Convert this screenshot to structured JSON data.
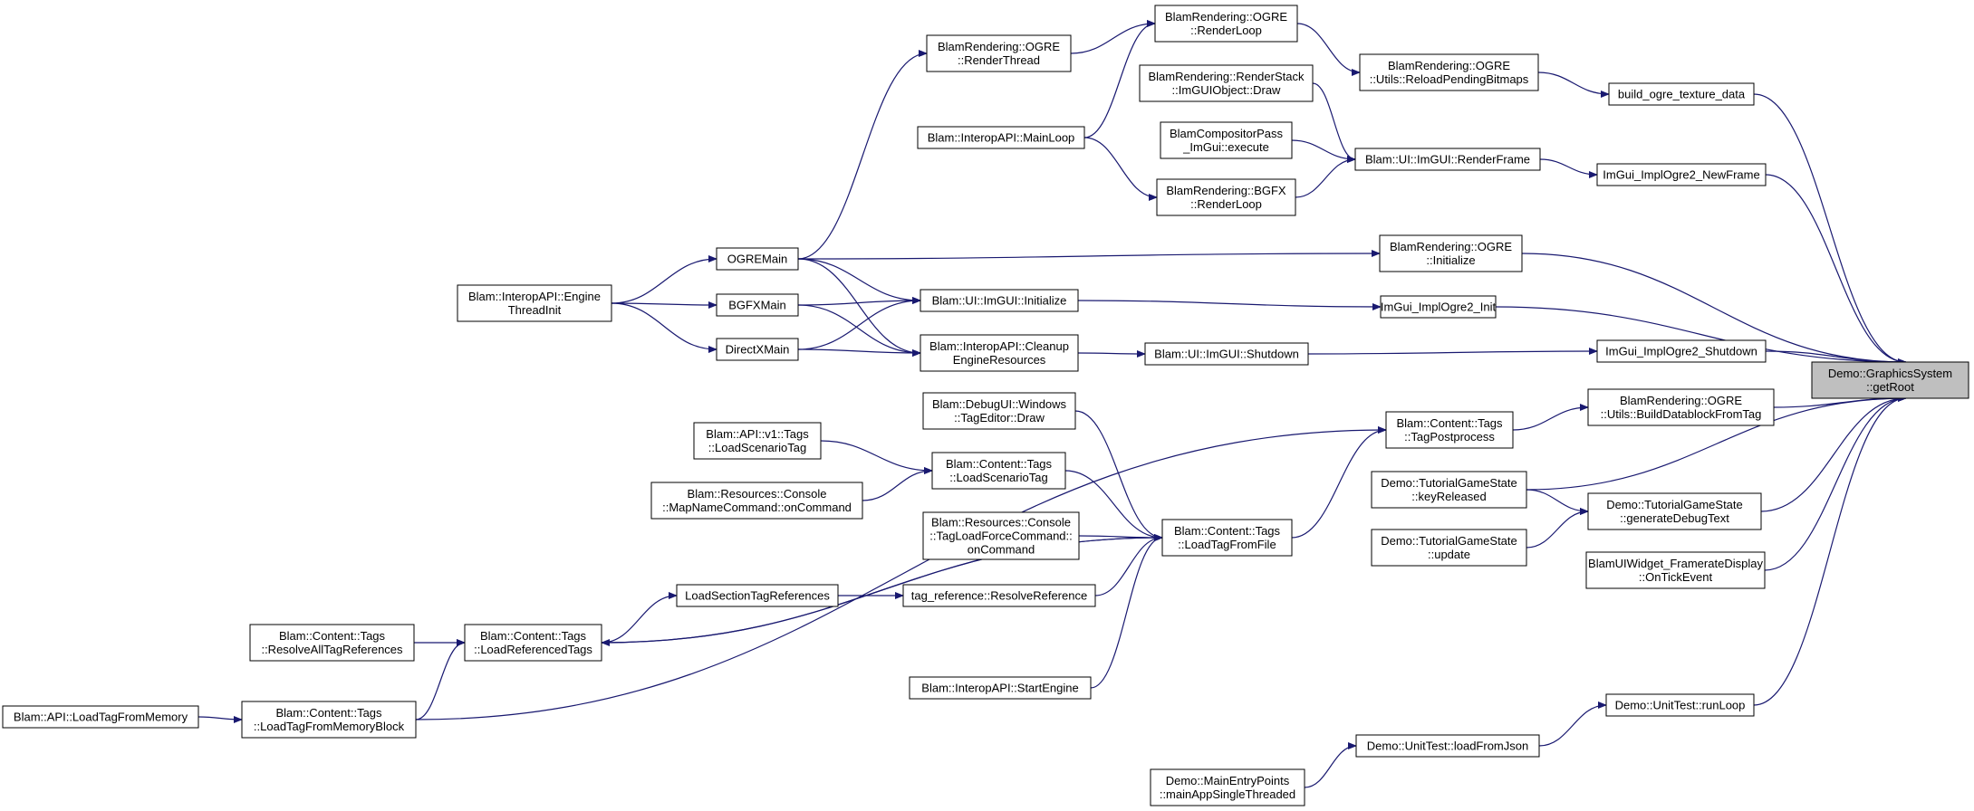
{
  "colors": {
    "edge": "#191970",
    "node_border": "#000000",
    "root_fill": "#bfbfbf",
    "node_fill": "#ffffff"
  },
  "nodes": {
    "root": [
      "Demo::GraphicsSystem",
      "::getRoot"
    ],
    "build_ogre": [
      "build_ogre_texture_data"
    ],
    "imgui_newframe": [
      "ImGui_ImplOgre2_NewFrame"
    ],
    "ogre_initialize": [
      "BlamRendering::OGRE",
      "::Initialize"
    ],
    "imgui_init": [
      "ImGui_ImplOgre2_Init"
    ],
    "imgui_shutdown": [
      "ImGui_ImplOgre2_Shutdown"
    ],
    "build_datablock": [
      "BlamRendering::OGRE",
      "::Utils::BuildDatablockFromTag"
    ],
    "generate_debug": [
      "Demo::TutorialGameState",
      "::generateDebugText"
    ],
    "framerate": [
      "BlamUIWidget_FramerateDisplay",
      "::OnTickEvent"
    ],
    "run_loop": [
      "Demo::UnitTest::runLoop"
    ],
    "reload_bitmaps": [
      "BlamRendering::OGRE",
      "::Utils::ReloadPendingBitmaps"
    ],
    "render_frame": [
      "Blam::UI::ImGUI::RenderFrame"
    ],
    "tag_postprocess": [
      "Blam::Content::Tags",
      "::TagPostprocess"
    ],
    "key_released": [
      "Demo::TutorialGameState",
      "::keyReleased"
    ],
    "tgs_update": [
      "Demo::TutorialGameState",
      "::update"
    ],
    "load_from_json": [
      "Demo::UnitTest::loadFromJson"
    ],
    "ogre_renderloop": [
      "BlamRendering::OGRE",
      "::RenderLoop"
    ],
    "renderstack_draw": [
      "BlamRendering::RenderStack",
      "::ImGUIObject::Draw"
    ],
    "compositor": [
      "BlamCompositorPass",
      "_ImGui::execute"
    ],
    "bgfx_renderloop": [
      "BlamRendering::BGFX",
      "::RenderLoop"
    ],
    "ui_shutdown": [
      "Blam::UI::ImGUI::Shutdown"
    ],
    "load_tag_from_file": [
      "Blam::Content::Tags",
      "::LoadTagFromFile"
    ],
    "main_single": [
      "Demo::MainEntryPoints",
      "::mainAppSingleThreaded"
    ],
    "ogre_renderthread": [
      "BlamRendering::OGRE",
      "::RenderThread"
    ],
    "main_loop": [
      "Blam::InteropAPI::MainLoop"
    ],
    "ui_initialize": [
      "Blam::UI::ImGUI::Initialize"
    ],
    "cleanup": [
      "Blam::InteropAPI::Cleanup",
      "EngineResources"
    ],
    "tageditor_draw": [
      "Blam::DebugUI::Windows",
      "::TagEditor::Draw"
    ],
    "load_scenario": [
      "Blam::Content::Tags",
      "::LoadScenarioTag"
    ],
    "tagloadforce": [
      "Blam::Resources::Console",
      "::TagLoadForceCommand::",
      "onCommand"
    ],
    "resolve_reference": [
      "tag_reference::ResolveReference"
    ],
    "start_engine": [
      "Blam::InteropAPI::StartEngine"
    ],
    "ogremain": [
      "OGREMain"
    ],
    "bgfxmain": [
      "BGFXMain"
    ],
    "directxmain": [
      "DirectXMain"
    ],
    "api_load_scenario": [
      "Blam::API::v1::Tags",
      "::LoadScenarioTag"
    ],
    "mapname_cmd": [
      "Blam::Resources::Console",
      "::MapNameCommand::onCommand"
    ],
    "load_section_refs": [
      "LoadSectionTagReferences"
    ],
    "load_referenced": [
      "Blam::Content::Tags",
      "::LoadReferencedTags"
    ],
    "engine_threadinit": [
      "Blam::InteropAPI::Engine",
      "ThreadInit"
    ],
    "resolve_all": [
      "Blam::Content::Tags",
      "::ResolveAllTagReferences"
    ],
    "load_from_memblock": [
      "Blam::Content::Tags",
      "::LoadTagFromMemoryBlock"
    ],
    "api_load_from_mem": [
      "Blam::API::LoadTagFromMemory"
    ]
  }
}
